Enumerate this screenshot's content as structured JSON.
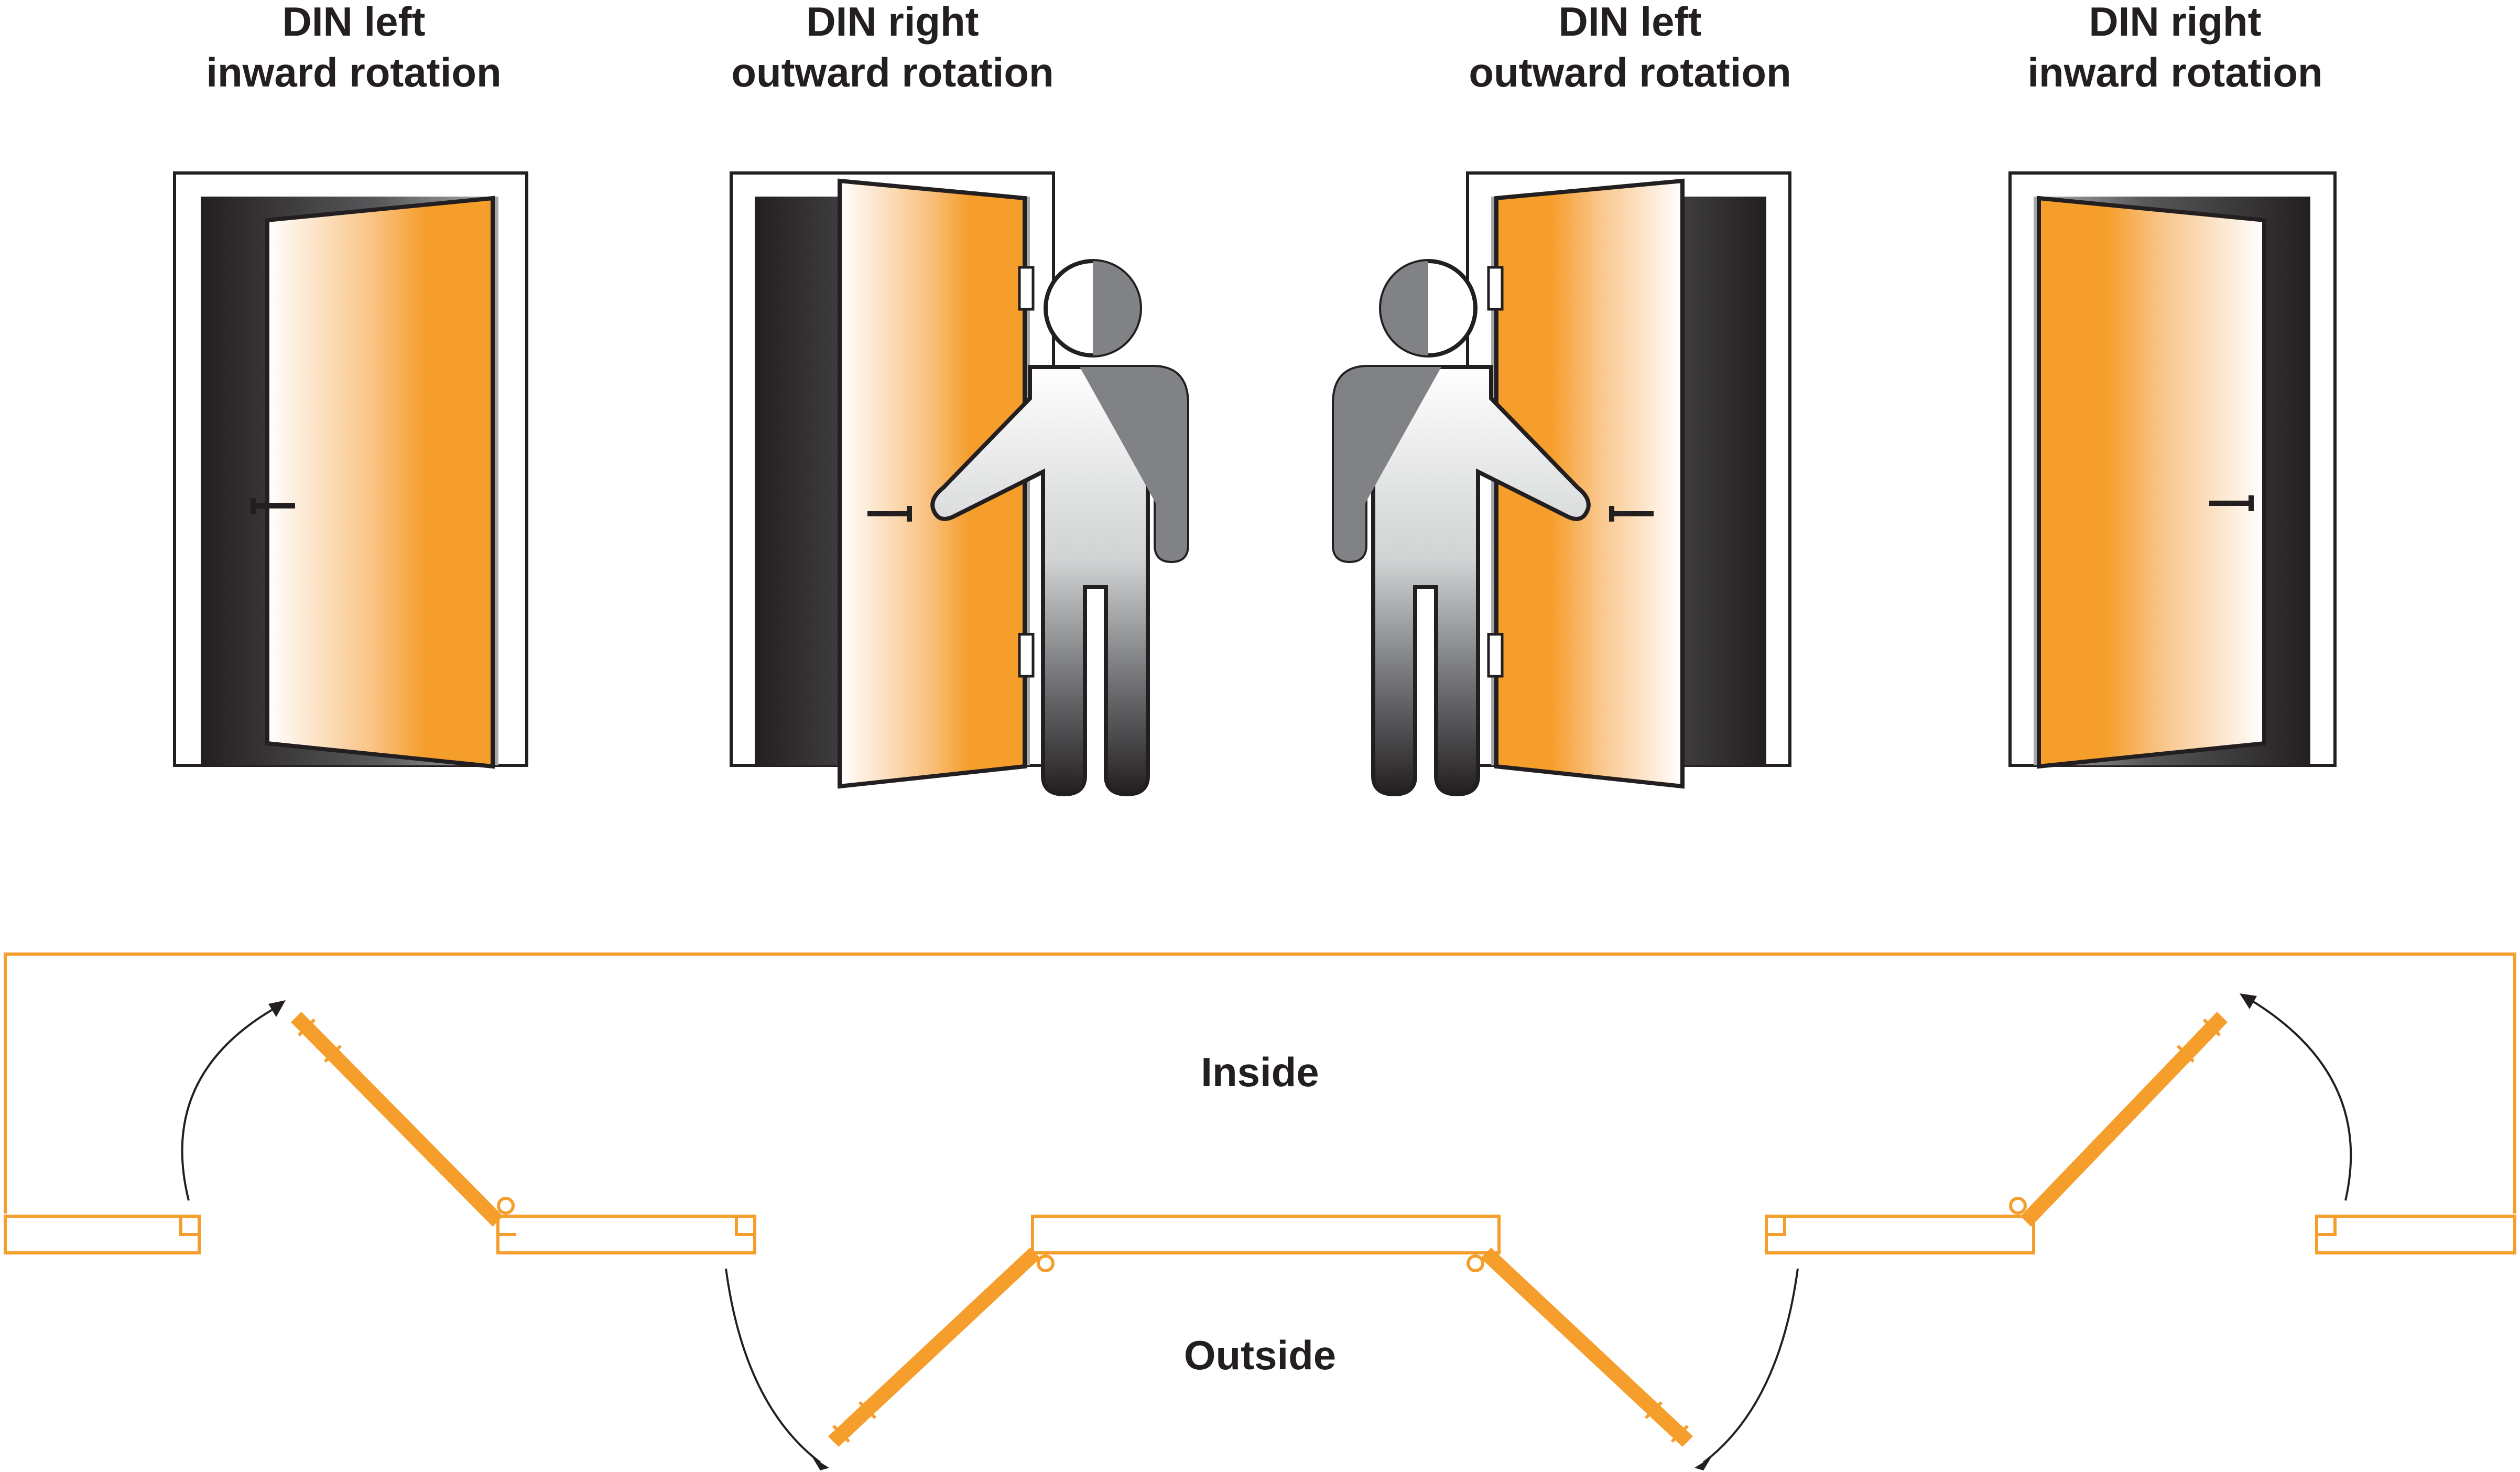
{
  "doors": [
    {
      "title_line1": "DIN left",
      "title_line2": "inward rotation"
    },
    {
      "title_line1": "DIN right",
      "title_line2": "outward rotation"
    },
    {
      "title_line1": "DIN left",
      "title_line2": "outward rotation"
    },
    {
      "title_line1": "DIN right",
      "title_line2": "inward rotation"
    }
  ],
  "plan": {
    "inside_label": "Inside",
    "outside_label": "Outside"
  },
  "colors": {
    "door_orange": "#f59e2c",
    "frame_dark": "#231f20",
    "figure_grey": "#808285",
    "text": "#231f20"
  },
  "icons": [
    "door-icon",
    "person-icon",
    "hinge-icon",
    "handle-icon",
    "swing-arrow-icon"
  ]
}
